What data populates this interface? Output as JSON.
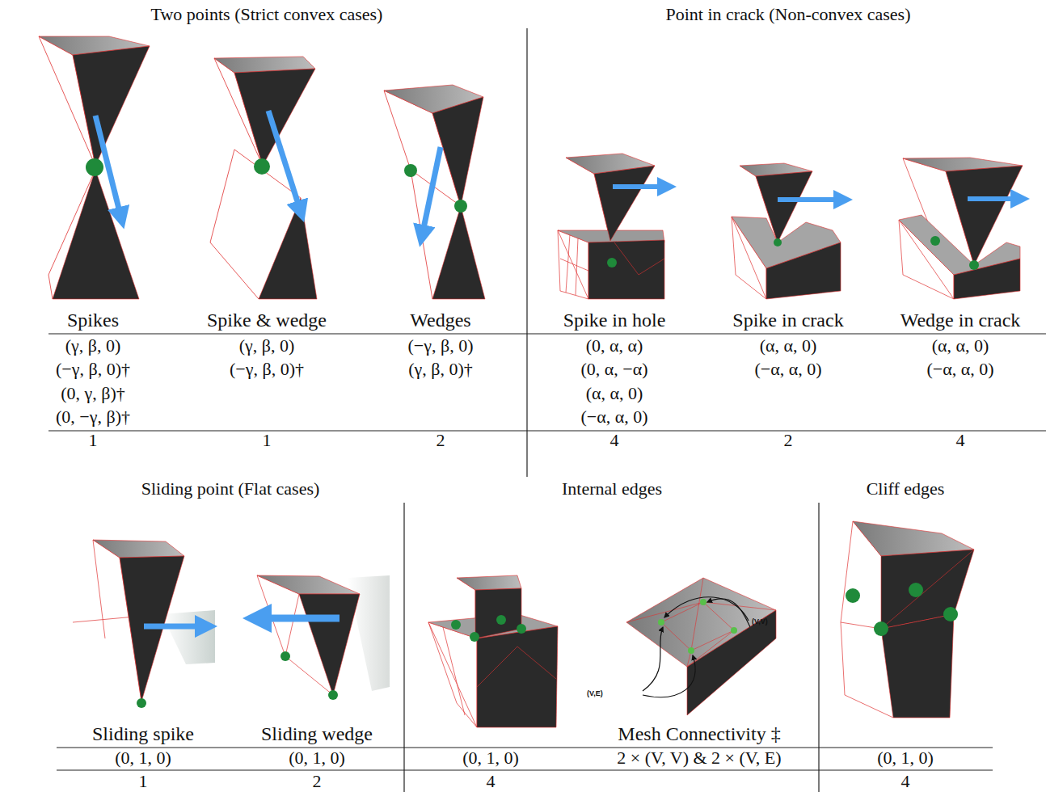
{
  "diagram": {
    "labels": [
      "Two points (Strict convex cases)",
      "Point in crack (Non-convex cases)",
      "Spikes",
      "Spike & wedge",
      "Wedges",
      "Spike in hole",
      "Spike in crack",
      "Wedge in crack",
      "(γ, β, 0)",
      "(γ, β, 0)",
      "(−γ, β, 0)",
      "(0, α, α)",
      "(α, α, 0)",
      "(α, α, 0)",
      "(−γ, β, 0)†",
      "(−γ, β, 0)†",
      "(γ, β, 0)†",
      "(0, α, −α)",
      "(−α, α, 0)",
      "(−α, α, 0)",
      "(0, γ, β)†",
      "(α, α, 0)",
      "(0, −γ, β)†",
      "(−α, α, 0)",
      "1",
      "1",
      "2",
      "4",
      "2",
      "4",
      "Sliding point (Flat cases)",
      "Internal edges",
      "Cliff edges",
      "(V,V)",
      "(V,E)",
      "Sliding spike",
      "Sliding wedge",
      "Mesh Connectivity ‡",
      "(0, 1, 0)",
      "(0, 1, 0)",
      "(0, 1, 0)",
      "2 × (V, V) & 2 × (V, E)",
      "(0, 1, 0)",
      "1",
      "2",
      "4",
      "4"
    ]
  }
}
